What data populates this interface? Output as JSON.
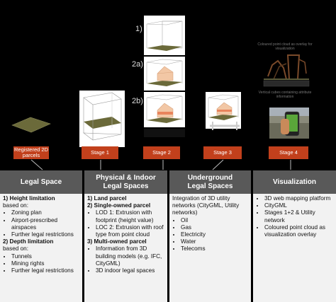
{
  "steps": {
    "s1": "1)",
    "s2a": "2a)",
    "s2b": "2b)"
  },
  "stages": [
    {
      "label": "Registered 2D parcels"
    },
    {
      "label": "Stage 1"
    },
    {
      "label": "Stage 2"
    },
    {
      "label": "Stage 3"
    },
    {
      "label": "Stage 4"
    }
  ],
  "captions": {
    "point_cloud": "Coloured point cloud as overlay for visualization",
    "attr_info": "Vertical cubes containing attribute information"
  },
  "panels": {
    "legal": {
      "title": "Legal Space",
      "h1": "1) Height limitation",
      "h1_sub": "based on:",
      "h1_items": [
        "Zoning plan",
        "Airport-prescribed airspaces",
        "Further legal restrictions"
      ],
      "h2": "2) Depth limitation",
      "h2_sub": "based on:",
      "h2_items": [
        "Tunnels",
        "Mining rights",
        "Further legal restrictions"
      ]
    },
    "physical": {
      "title_line1": "Physical & Indoor",
      "title_line2": "Legal Spaces",
      "h1": "1) Land parcel",
      "h2": "2) Single-owned parcel",
      "h2_items": [
        "LOD 1: Extrusion with footprint (height value)",
        "LOC 2: Extrusion with roof type from point cloud"
      ],
      "h3": "3) Multi-owned parcel",
      "h3_items": [
        "Information from 3D building models (e.g. IFC, CityGML)",
        "3D indoor legal spaces"
      ]
    },
    "underground": {
      "title_line1": "Underground",
      "title_line2": "Legal Spaces",
      "intro": "Integration of 3D utility networks (CityGML, Utility networks)",
      "items": [
        "Oil",
        "Gas",
        "Electricity",
        "Water",
        "Telecoms"
      ]
    },
    "visualization": {
      "title": "Visualization",
      "items": [
        "3D web mapping platform",
        "CityGML",
        "Stages 1+2 & Utility network",
        "Coloured point cloud as visualization overlay"
      ]
    }
  },
  "colors": {
    "stage_bg": "#c2401c",
    "panel_head": "#595959",
    "panel_body": "#f2f2f2",
    "parcel": "#6b6a3a"
  }
}
